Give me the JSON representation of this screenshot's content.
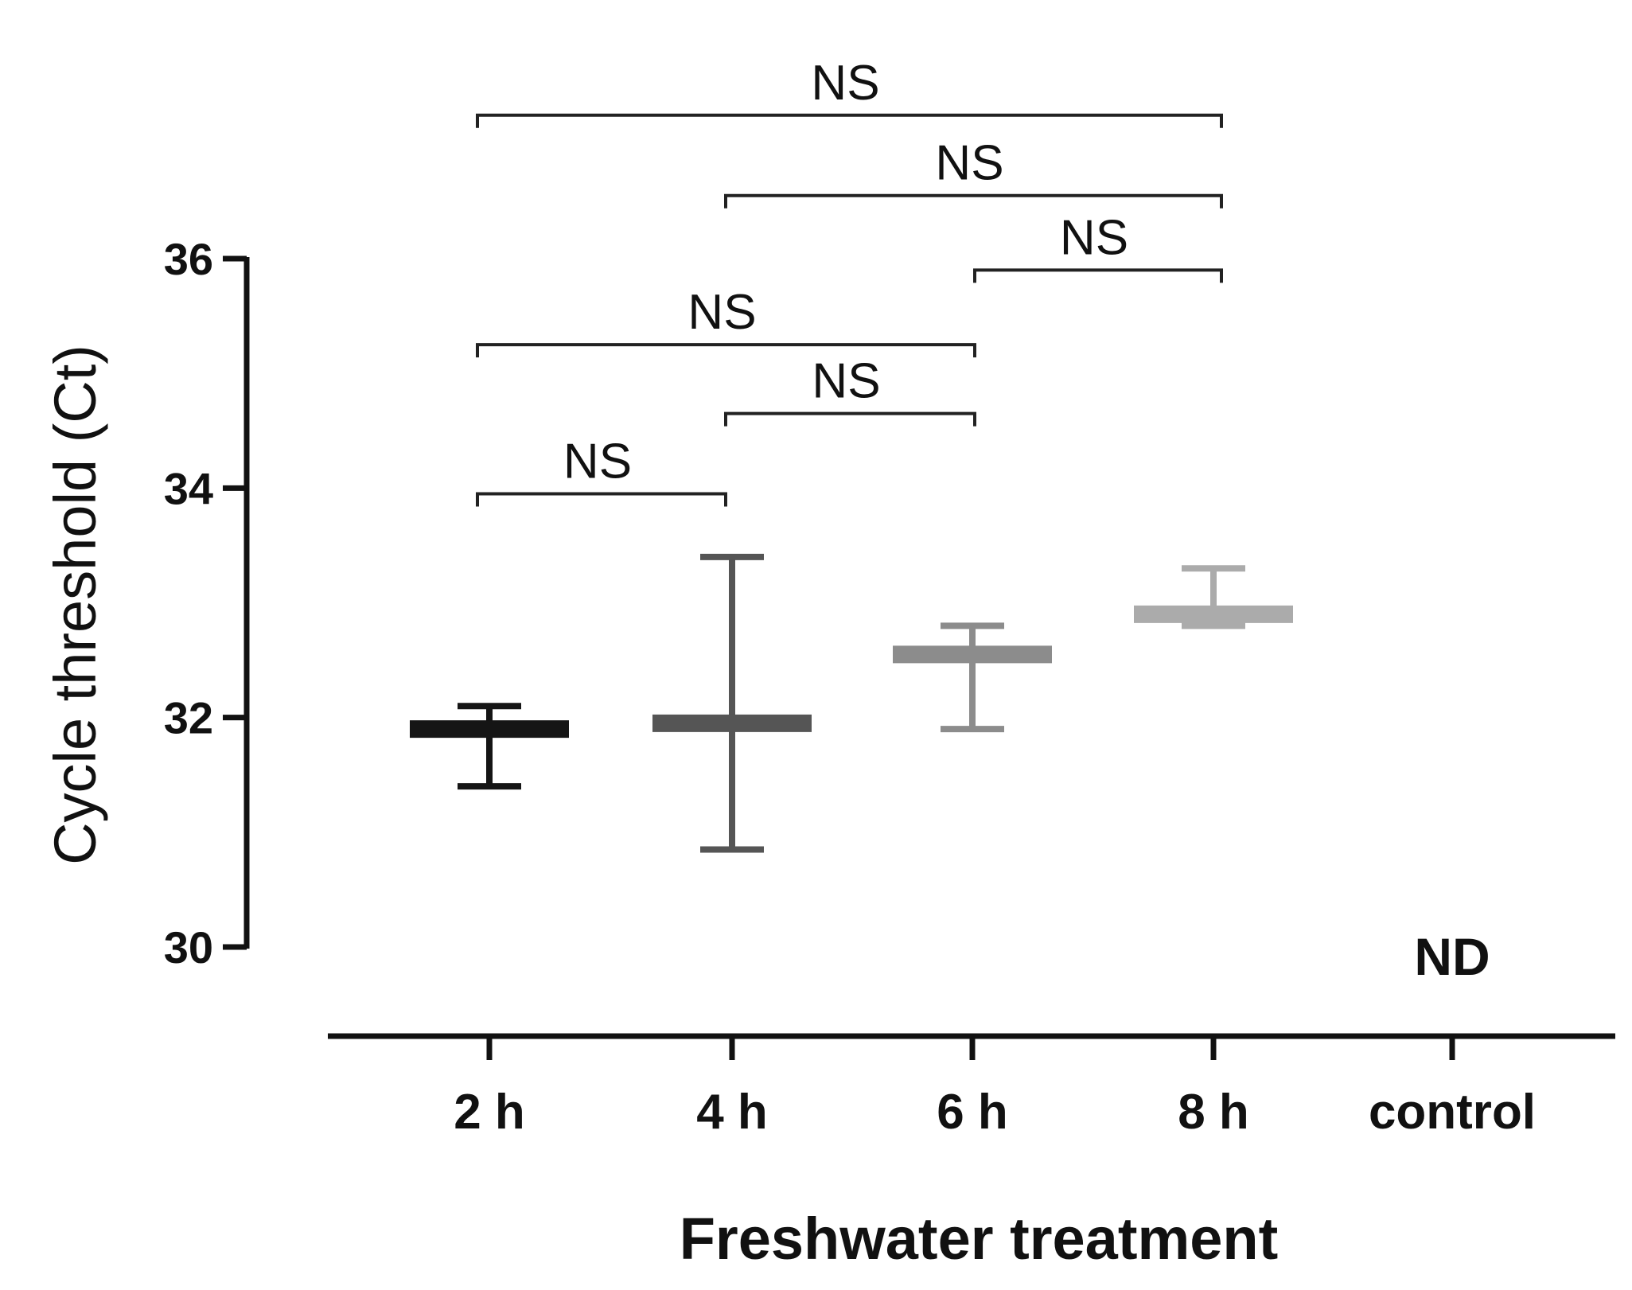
{
  "chart_data": {
    "type": "scatter",
    "title": "",
    "xlabel": "Freshwater treatment",
    "ylabel": "Cycle threshold (Ct)",
    "ylim": [
      30,
      36
    ],
    "yticks": [
      30,
      32,
      34,
      36
    ],
    "categories": [
      "2 h",
      "4 h",
      "6 h",
      "8 h",
      "control"
    ],
    "points": [
      {
        "category": "2 h",
        "mean": 31.9,
        "lower": 31.4,
        "upper": 32.1,
        "color": "#151515"
      },
      {
        "category": "4 h",
        "mean": 31.95,
        "lower": 30.85,
        "upper": 33.4,
        "color": "#555555"
      },
      {
        "category": "6 h",
        "mean": 32.55,
        "lower": 31.9,
        "upper": 32.8,
        "color": "#8c8c8c"
      },
      {
        "category": "8 h",
        "mean": 32.9,
        "lower": 32.8,
        "upper": 33.3,
        "color": "#ababab"
      }
    ],
    "annotations": [
      {
        "category": "control",
        "text": "ND"
      }
    ],
    "comparisons": [
      {
        "from": "2 h",
        "to": "4 h",
        "label": "NS",
        "y": 33.95
      },
      {
        "from": "4 h",
        "to": "6 h",
        "label": "NS",
        "y": 34.65
      },
      {
        "from": "2 h",
        "to": "6 h",
        "label": "NS",
        "y": 35.25
      },
      {
        "from": "6 h",
        "to": "8 h",
        "label": "NS",
        "y": 35.9
      },
      {
        "from": "4 h",
        "to": "8 h",
        "label": "NS",
        "y": 36.55
      },
      {
        "from": "2 h",
        "to": "8 h",
        "label": "NS",
        "y": 37.25
      }
    ],
    "grid": false,
    "legend": "none"
  }
}
